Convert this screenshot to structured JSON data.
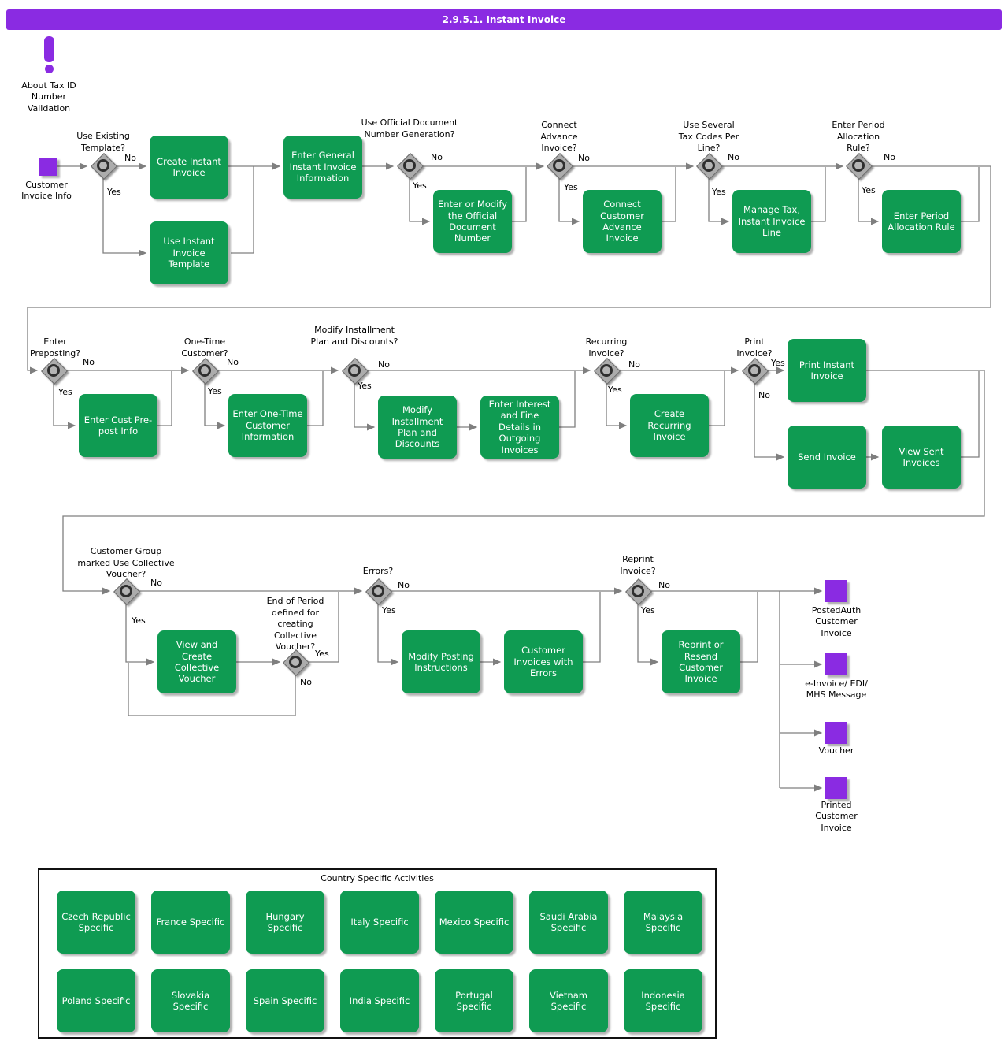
{
  "header": {
    "title": "2.9.5.1. Instant Invoice"
  },
  "annotation": {
    "label": "About Tax ID Number Validation"
  },
  "events": {
    "start": {
      "label": "Customer Invoice Info"
    },
    "ends": [
      {
        "label": "PostedAuth Customer Invoice"
      },
      {
        "label": "e-Invoice/ EDI/ MHS Message"
      },
      {
        "label": "Voucher"
      },
      {
        "label": "Printed Customer Invoice"
      }
    ]
  },
  "decisions": [
    {
      "label": "Use Existing Template?",
      "yes": "Yes",
      "no": "No"
    },
    {
      "label": "Use Official Document Number Generation?",
      "yes": "Yes",
      "no": "No"
    },
    {
      "label": "Connect Advance Invoice?",
      "yes": "Yes",
      "no": "No"
    },
    {
      "label": "Use Several Tax Codes Per Line?",
      "yes": "Yes",
      "no": "No"
    },
    {
      "label": "Enter Period Allocation Rule?",
      "yes": "Yes",
      "no": "No"
    },
    {
      "label": "Enter Preposting?",
      "yes": "Yes",
      "no": "No"
    },
    {
      "label": "One-Time Customer?",
      "yes": "Yes",
      "no": "No"
    },
    {
      "label": "Modify Installment Plan and Discounts?",
      "yes": "Yes",
      "no": "No"
    },
    {
      "label": "Recurring Invoice?",
      "yes": "Yes",
      "no": "No"
    },
    {
      "label": "Print Invoice?",
      "yes": "Yes",
      "no": "No"
    },
    {
      "label": "Customer Group marked Use Collective Voucher?",
      "yes": "Yes",
      "no": "No"
    },
    {
      "label": "End of Period defined for creating Collective Voucher?",
      "yes": "Yes",
      "no": "No"
    },
    {
      "label": "Errors?",
      "yes": "Yes",
      "no": "No"
    },
    {
      "label": "Reprint Invoice?",
      "yes": "Yes",
      "no": "No"
    }
  ],
  "activities": [
    "Create Instant Invoice",
    "Use Instant Invoice Template",
    "Enter General Instant Invoice Information",
    "Enter or Modify the Official Document Number",
    "Connect Customer Advance Invoice",
    "Manage Tax, Instant Invoice Line",
    "Enter Period Allocation Rule",
    "Enter Cust Pre-post Info",
    "Enter One-Time Customer Information",
    "Modify Installment Plan and Discounts",
    "Enter Interest and Fine Details in Outgoing Invoices",
    "Create Recurring Invoice",
    "Print Instant Invoice",
    "Send Invoice",
    "View Sent Invoices",
    "View and Create Collective Voucher",
    "Modify Posting Instructions",
    "Customer Invoices with Errors",
    "Reprint or Resend Customer Invoice"
  ],
  "country_panel": {
    "title": "Country Specific Activities",
    "items": [
      "Czech Republic Specific",
      "France Specific",
      "Hungary Specific",
      "Italy Specific",
      "Mexico Specific",
      "Saudi Arabia Specific",
      "Malaysia Specific",
      "Poland Specific",
      "Slovakia Specific",
      "Spain Specific",
      "India Specific",
      "Portugal Specific",
      "Vietnam Specific",
      "Indonesia Specific"
    ]
  },
  "colors": {
    "accent_purple": "#8a2be2",
    "activity_green": "#0f9b52",
    "diamond_gray": "#acacac",
    "line_gray": "#7f7f7f"
  }
}
